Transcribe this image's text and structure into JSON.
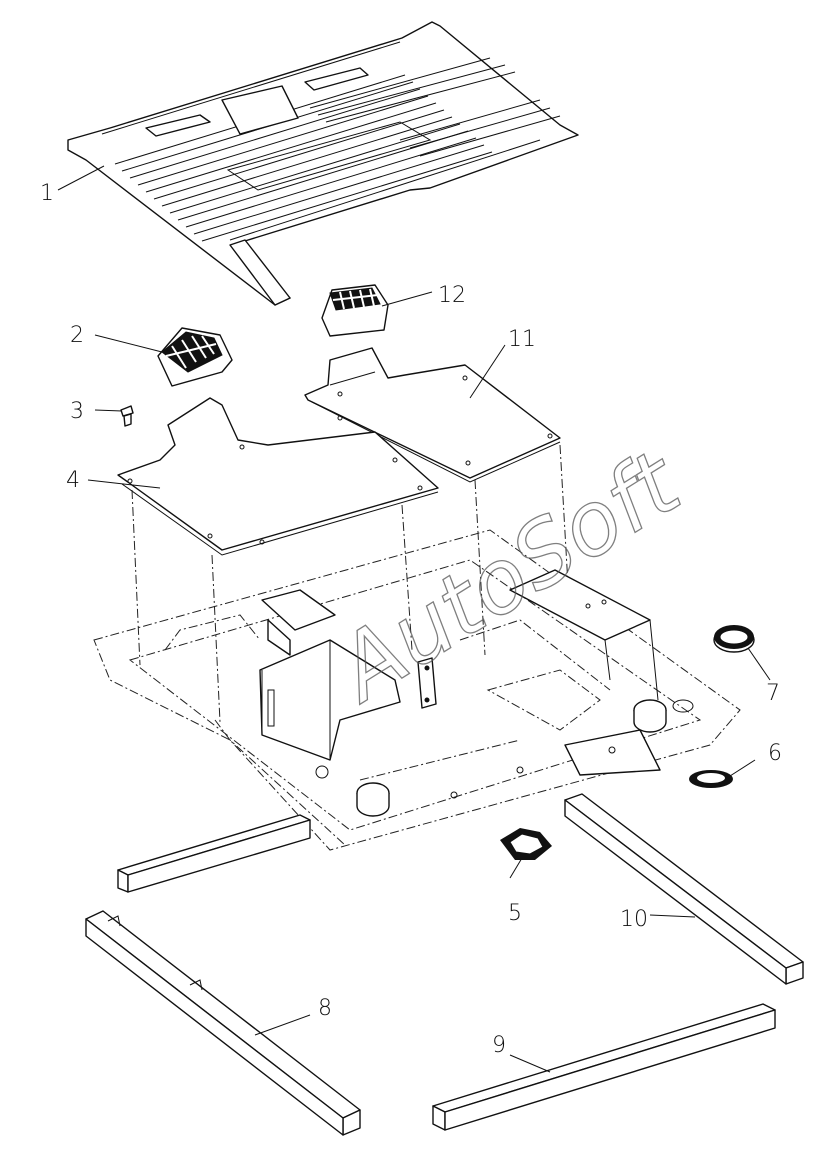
{
  "watermark": "AutoSoft",
  "callouts": [
    {
      "id": "1",
      "text": "1"
    },
    {
      "id": "2",
      "text": "2"
    },
    {
      "id": "3",
      "text": "3"
    },
    {
      "id": "4",
      "text": "4"
    },
    {
      "id": "5",
      "text": "5"
    },
    {
      "id": "6",
      "text": "6"
    },
    {
      "id": "7",
      "text": "7"
    },
    {
      "id": "8",
      "text": "8"
    },
    {
      "id": "9",
      "text": "9"
    },
    {
      "id": "10",
      "text": "10"
    },
    {
      "id": "11",
      "text": "11"
    },
    {
      "id": "12",
      "text": "12"
    }
  ]
}
